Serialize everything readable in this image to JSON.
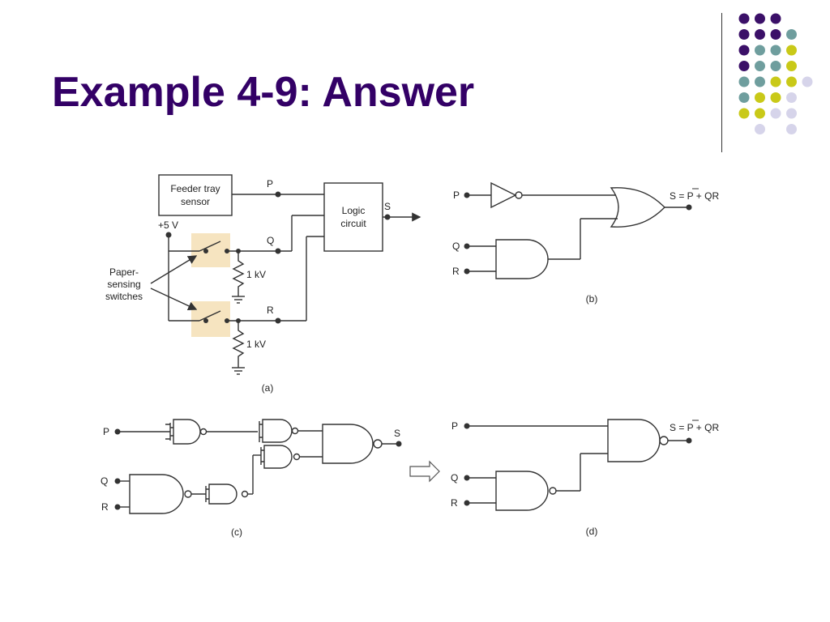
{
  "slide": {
    "title": "Example 4-9: Answer"
  },
  "theme": {
    "title_color": "#330066",
    "dot_colors": {
      "purple": "#3b1068",
      "teal": "#6f9e9e",
      "yellow": "#c9c918",
      "lilac": "#d6d4ea"
    },
    "highlight": "#f6e4c0",
    "line": "#333333"
  },
  "decor": {
    "dot_grid": [
      [
        "purple",
        "purple",
        "purple",
        ""
      ],
      [
        "purple",
        "purple",
        "purple",
        "teal"
      ],
      [
        "purple",
        "teal",
        "teal",
        "yellow"
      ],
      [
        "purple",
        "teal",
        "teal",
        "yellow"
      ],
      [
        "teal",
        "teal",
        "yellow",
        "yellow",
        "lilac"
      ],
      [
        "teal",
        "yellow",
        "yellow",
        "lilac"
      ],
      [
        "yellow",
        "yellow",
        "lilac",
        "lilac"
      ],
      [
        "",
        "lilac",
        "",
        "lilac"
      ]
    ]
  },
  "diagram_a": {
    "sensor_label_1": "Feeder tray",
    "sensor_label_2": "sensor",
    "logic_label_1": "Logic",
    "logic_label_2": "circuit",
    "supply": "+5 V",
    "signal_p": "P",
    "signal_q": "Q",
    "signal_r": "R",
    "signal_s": "S",
    "switch_label_1": "Paper-",
    "switch_label_2": "sensing",
    "switch_label_3": "switches",
    "resistor_1": "1 kV",
    "resistor_2": "1 kV",
    "caption": "(a)"
  },
  "diagram_b": {
    "input_p": "P",
    "input_q": "Q",
    "input_r": "R",
    "output_eq": "S = P + QR",
    "caption": "(b)"
  },
  "diagram_c": {
    "input_p": "P",
    "input_q": "Q",
    "input_r": "R",
    "output_s": "S",
    "caption": "(c)"
  },
  "diagram_d": {
    "input_p": "P",
    "input_q": "Q",
    "input_r": "R",
    "output_eq": "S = P + QR",
    "caption": "(d)"
  }
}
